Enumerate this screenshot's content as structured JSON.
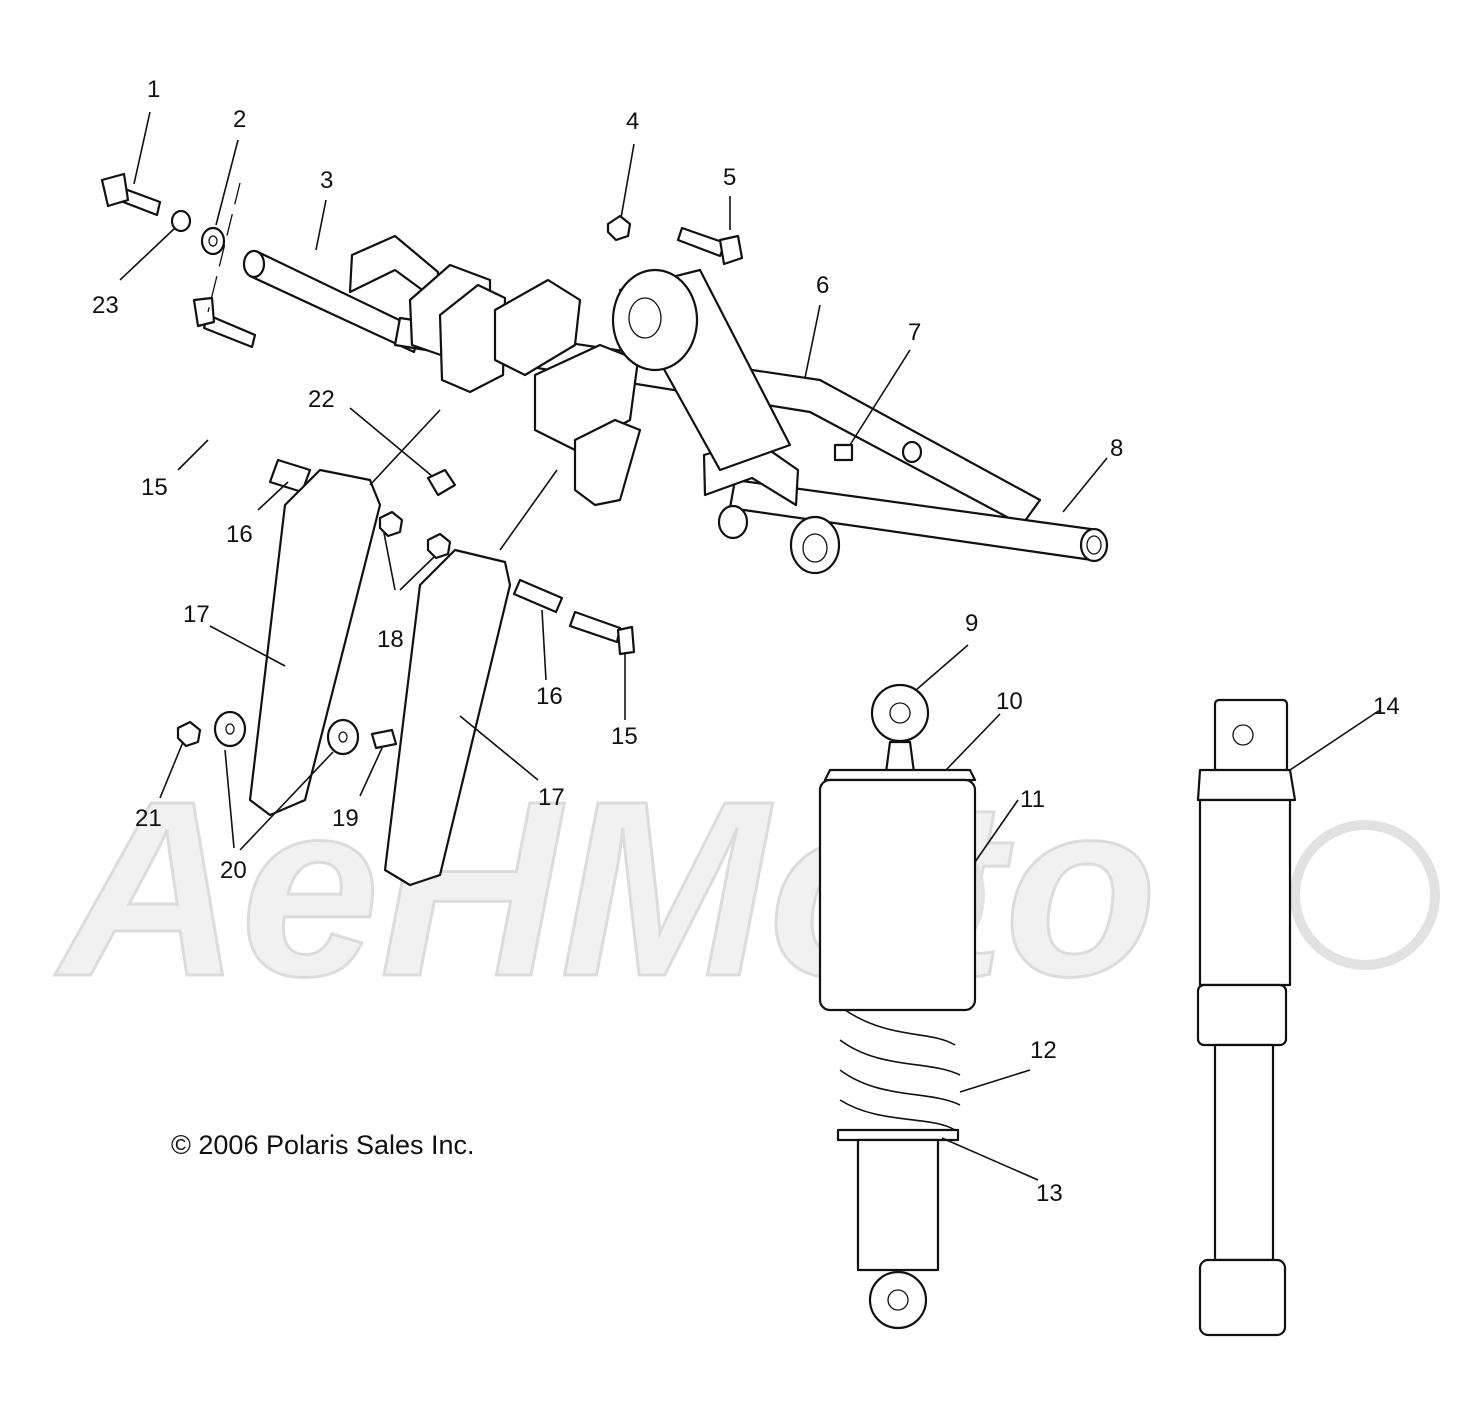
{
  "copyright": "© 2006 Polaris Sales Inc.",
  "watermark": "AeHMoto",
  "callouts": {
    "c1": "1",
    "c2": "2",
    "c3": "3",
    "c4": "4",
    "c5": "5",
    "c6": "6",
    "c7": "7",
    "c8": "8",
    "c9": "9",
    "c10": "10",
    "c11": "11",
    "c12": "12",
    "c13": "13",
    "c14": "14",
    "c15a": "15",
    "c15b": "15",
    "c16a": "16",
    "c16b": "16",
    "c17a": "17",
    "c17b": "17",
    "c18": "18",
    "c19": "19",
    "c20": "20",
    "c21": "21",
    "c22": "22",
    "c23": "23"
  }
}
